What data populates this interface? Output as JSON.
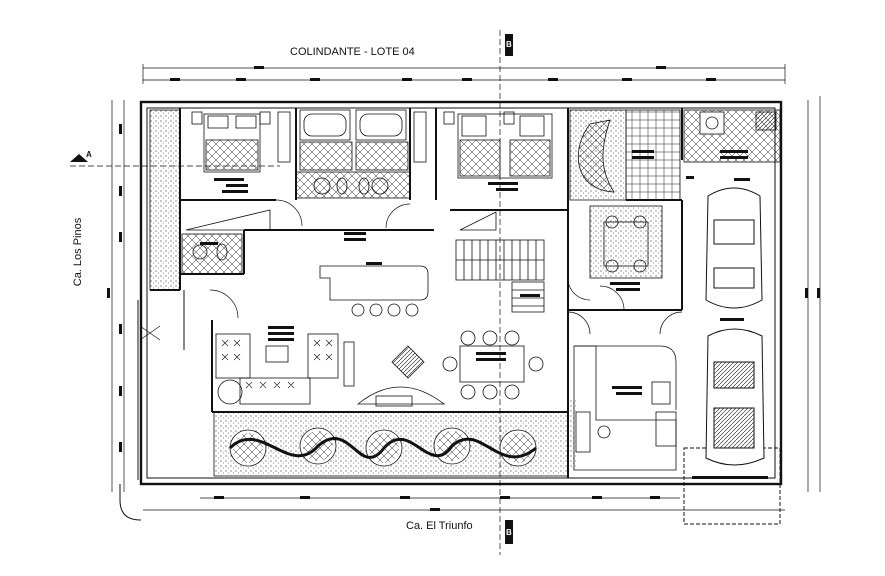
{
  "labels": {
    "top": "COLINDANTE - LOTE 04",
    "bottom": "Ca. El Triunfo",
    "left": "Ca. Los Pinos"
  },
  "section_marks": {
    "b_top": "B",
    "b_bottom": "B",
    "a_left": "A"
  }
}
